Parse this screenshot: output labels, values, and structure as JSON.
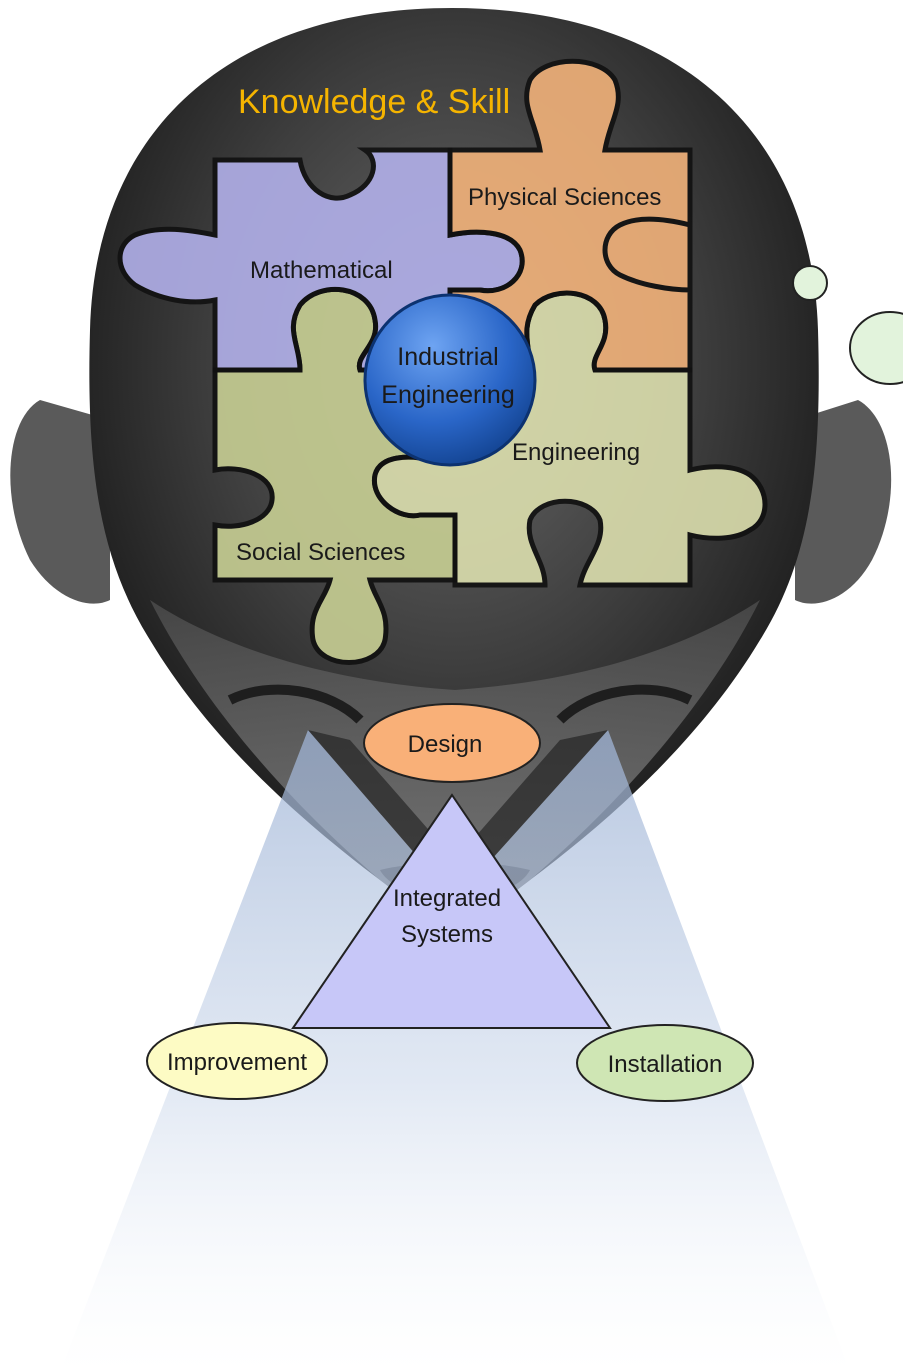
{
  "title": "Knowledge & Skill",
  "pieces": {
    "mathematical": "Mathematical",
    "physical": "Physical Sciences",
    "engineering": "Engineering",
    "social": "Social Sciences"
  },
  "center": {
    "line1": "Industrial",
    "line2": "Engineering"
  },
  "outputs": {
    "design": "Design",
    "improvement": "Improvement",
    "installation": "Installation"
  },
  "triangle": {
    "line1": "Integrated",
    "line2": "Systems"
  },
  "colors": {
    "title": "#f5b400",
    "mathematical": "#b2b0ea",
    "physical": "#f2b27a",
    "engineering": "#dcdfae",
    "social": "#c5cc92",
    "center": "#2d6fd0",
    "design": "#f9b078",
    "improvement": "#fdfbc4",
    "installation": "#cfe6b4",
    "triangle": "#c7c7f8",
    "bubble": "#e2f3dc"
  }
}
